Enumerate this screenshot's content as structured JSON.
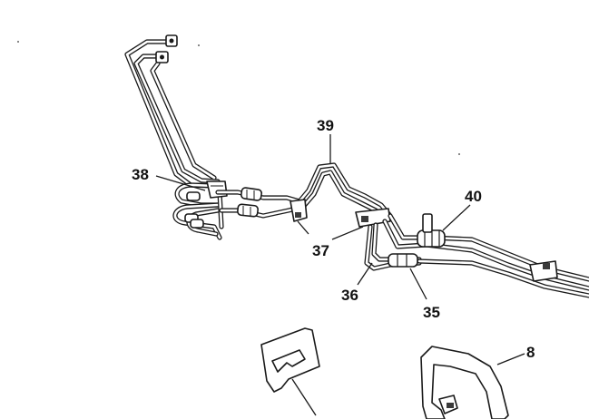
{
  "callouts": {
    "c38": "38",
    "c39": "39",
    "c40": "40",
    "c37": "37",
    "c36": "36",
    "c35": "35",
    "c8": "8"
  }
}
